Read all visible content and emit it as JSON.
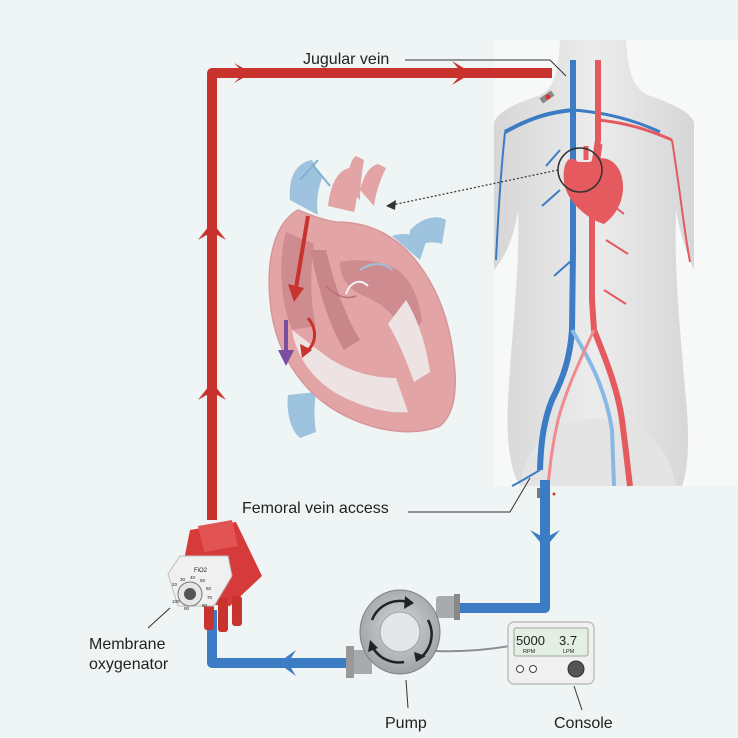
{
  "labels": {
    "jugular": "Jugular vein",
    "femoral": "Femoral vein access",
    "oxygenator_line1": "Membrane",
    "oxygenator_line2": "oxygenator",
    "pump": "Pump",
    "console": "Console"
  },
  "console_display": {
    "rpm_value": "5000",
    "rpm_unit": "RPM",
    "lpm_value": "3.7",
    "lpm_unit": "LPM"
  },
  "oxygenator_gauge": {
    "label": "FiO2",
    "ticks": [
      "20",
      "30",
      "40",
      "50",
      "60",
      "70",
      "80",
      "90",
      "100"
    ]
  },
  "colors": {
    "oxygenated": "#c8332e",
    "deoxygenated": "#3b7cc4",
    "background": "#eef5f4",
    "heart": "#e3a4a6",
    "body": "#e5e5e5"
  }
}
